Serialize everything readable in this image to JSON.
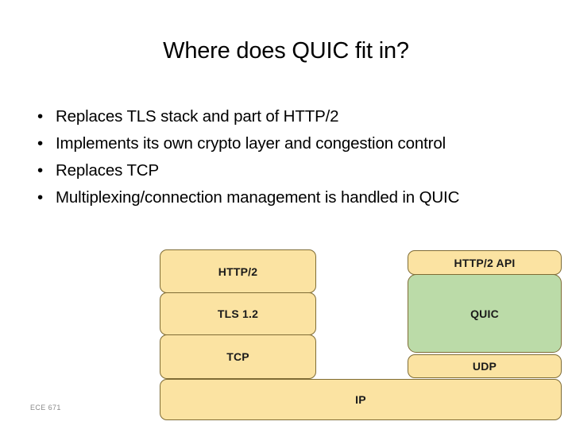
{
  "slide": {
    "title": "Where does QUIC fit in?",
    "bullet_marker": "•",
    "bullets": [
      "Replaces TLS stack and part of HTTP/2",
      "Implements its own crypto layer and congestion control",
      "Replaces TCP",
      "Multiplexing/connection management is handled in QUIC"
    ],
    "footer": "ECE 671"
  },
  "diagram": {
    "colors": {
      "yellow_fill": "#FBE3A2",
      "green_fill": "#BBDBA8",
      "border": "#7F6C35",
      "text": "#1A1A1A"
    },
    "left_stack": [
      {
        "label": "HTTP/2"
      },
      {
        "label": "TLS 1.2"
      },
      {
        "label": "TCP"
      }
    ],
    "right_stack": [
      {
        "label": "HTTP/2 API"
      },
      {
        "label": "QUIC"
      },
      {
        "label": "UDP"
      }
    ],
    "shared_layer": {
      "label": "IP"
    }
  }
}
